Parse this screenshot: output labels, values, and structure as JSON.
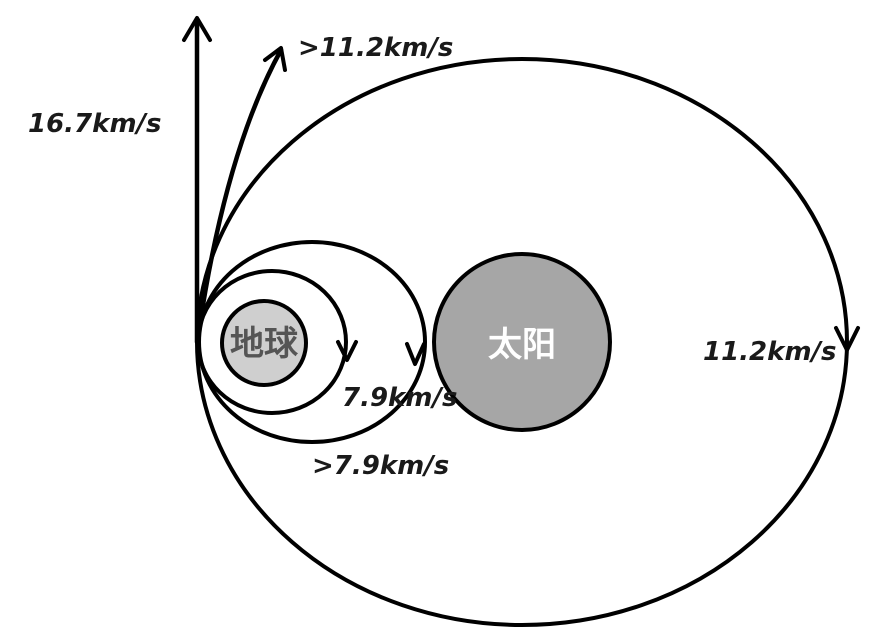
{
  "labels": {
    "v_escape_sun": "16.7km/s",
    "v_above_escape": ">11.2km/s",
    "v_escape": "11.2km/s",
    "v_first_cosmic": "7.9km/s",
    "v_above_first": ">7.9km/s"
  },
  "bodies": {
    "earth": "地球",
    "sun": "太阳"
  },
  "colors": {
    "earth_fill": "#cfcfcf",
    "sun_fill": "#a6a6a6",
    "stroke": "#000000",
    "earth_text": "#555555",
    "sun_text": "#ffffff"
  }
}
